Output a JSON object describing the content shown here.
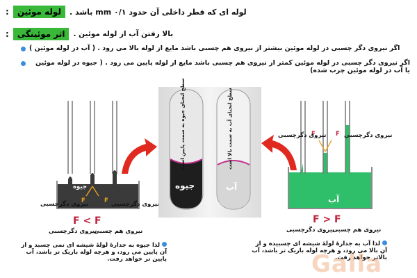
{
  "header": {
    "term": "لوله موئین",
    "definition": "لوله ای که قطر داخلی آن حدود ۰/۱ mm باشد ."
  },
  "subheader": {
    "term": "اثر موئینگی",
    "definition": "بالا رفتن آب از لوله موئین ."
  },
  "bullets": [
    "اگر نیروی دگر چسبی در لوله موئین بیشتر از نیروی هم چسبی باشد مایع از لوله بالا می رود . ( آب در لوله موئین )",
    "اگر نیروی دگر چسبی در لوله موئین کمتر از نیروی هم چسبی باشد مایع از لوله پایین می رود . ( جیوه در لوله موئین یا آب در لوله موئین چرب شده)"
  ],
  "left_diagram": {
    "adhesion_label": "نیروی دگرچسبی",
    "adhesion_label2": "نیروی دگرچسبی",
    "liquid_label": "جیوه",
    "force_symbol": "F",
    "relation": "F < F",
    "relation_left_label": "نیروی دگرچسبی",
    "relation_right_label": "نیروی هم چسبی",
    "note": "لذا جیوه به جدارهٔ لولهٔ شیشه ای نمی چسبد و از آن پایین می رود، و هرچه لوله باریک تر باشد، آب پایین تر خواهد رفت."
  },
  "photo": {
    "left_tube_text": "سطح انحنای جیوه به سمت پایین است",
    "left_label": "جیوه",
    "right_tube_text": "سطح انحنای آب به سمت بالا است",
    "right_label": "آب"
  },
  "right_diagram": {
    "adhesion_label": "نیروی دگرچسبی",
    "adhesion_label2": "نیروی دگرچسبی",
    "liquid_label": "آب",
    "force_symbol": "F",
    "relation": "F > F",
    "relation_left_label": "نیروی دگرچسبی",
    "relation_right_label": "نیروی هم چسبی",
    "note": "لذا آب به جدارهٔ لولهٔ شیشه ای چسبیده و از آن بالا می رود، و هرچه لوله باریک تر باشد، آب بالاتر خواهد رفت."
  },
  "watermark": "Galla",
  "colors": {
    "green": "#3ab83a",
    "water": "#2fbf6a",
    "mercury": "#3a3a3a",
    "arrow": "#e0291f",
    "force": "#c0233f",
    "bullet": "#3b8de0"
  }
}
